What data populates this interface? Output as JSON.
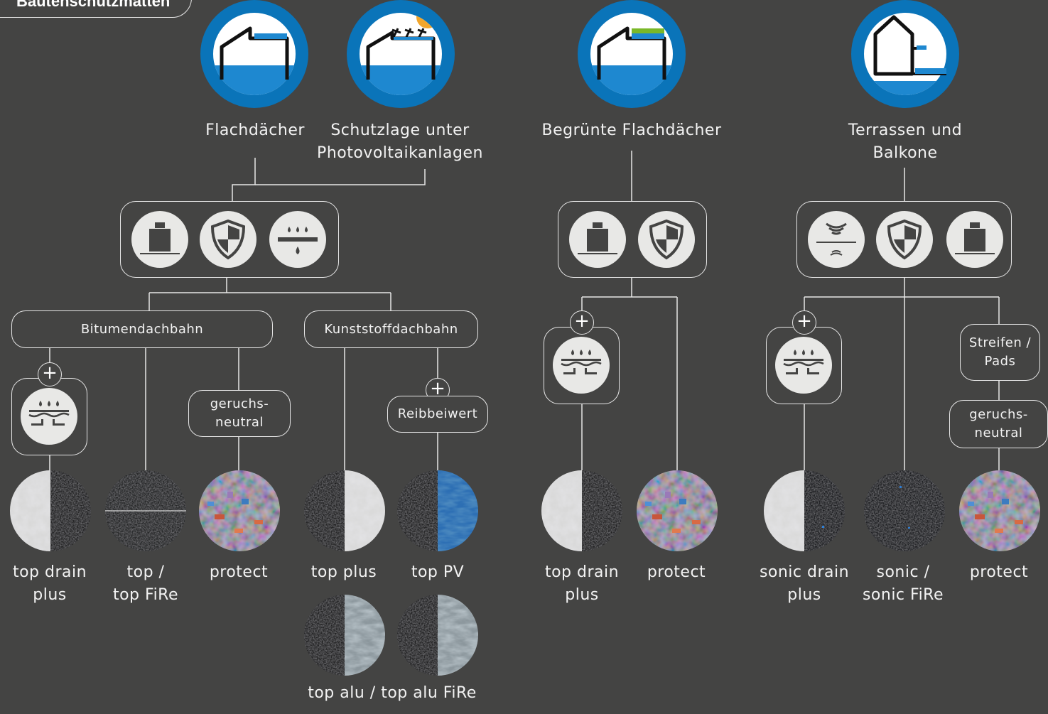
{
  "title": "Bautenschutzmatten",
  "applications": [
    {
      "label": "Flachdächer",
      "icon": "flat-roof-icon"
    },
    {
      "label": "Schutzlage unter\nPhotovoltaikanlagen",
      "icon": "photovoltaic-roof-icon"
    },
    {
      "label": "Begrünte Flachdächer",
      "icon": "green-roof-icon"
    },
    {
      "label": "Terrassen und\nBalkone",
      "icon": "terrace-balcony-icon"
    }
  ],
  "property_icons": {
    "load": "load-weight-icon",
    "protection": "shield-icon",
    "drainage": "drainage-icon",
    "sound": "sound-insulation-icon",
    "drain_layer": "drainage-layer-icon"
  },
  "branches": {
    "bitumen": "Bitumendachbahn",
    "kunststoff": "Kunststoffdachbahn"
  },
  "tags": {
    "odor_neutral": "geruchs-\nneutral",
    "friction": "Reibbeiwert",
    "strips": "Streifen /\nPads",
    "plus": "+"
  },
  "products": {
    "top_drain_plus": "top drain\nplus",
    "top_fire": "top /\ntop FiRe",
    "protect": "protect",
    "top_plus": "top plus",
    "top_pv": "top PV",
    "top_alu": "top alu / top alu FiRe",
    "sonic_drain_plus": "sonic drain\nplus",
    "sonic_fire": "sonic /\nsonic FiRe"
  },
  "colors": {
    "background": "#444443",
    "brand_blue": "#0a74b9",
    "roof_blue": "#1e88d0",
    "green": "#7ab828",
    "sun": "#f2a62c",
    "icon_grey": "#e8e8e6",
    "line": "#e6e6e6"
  }
}
